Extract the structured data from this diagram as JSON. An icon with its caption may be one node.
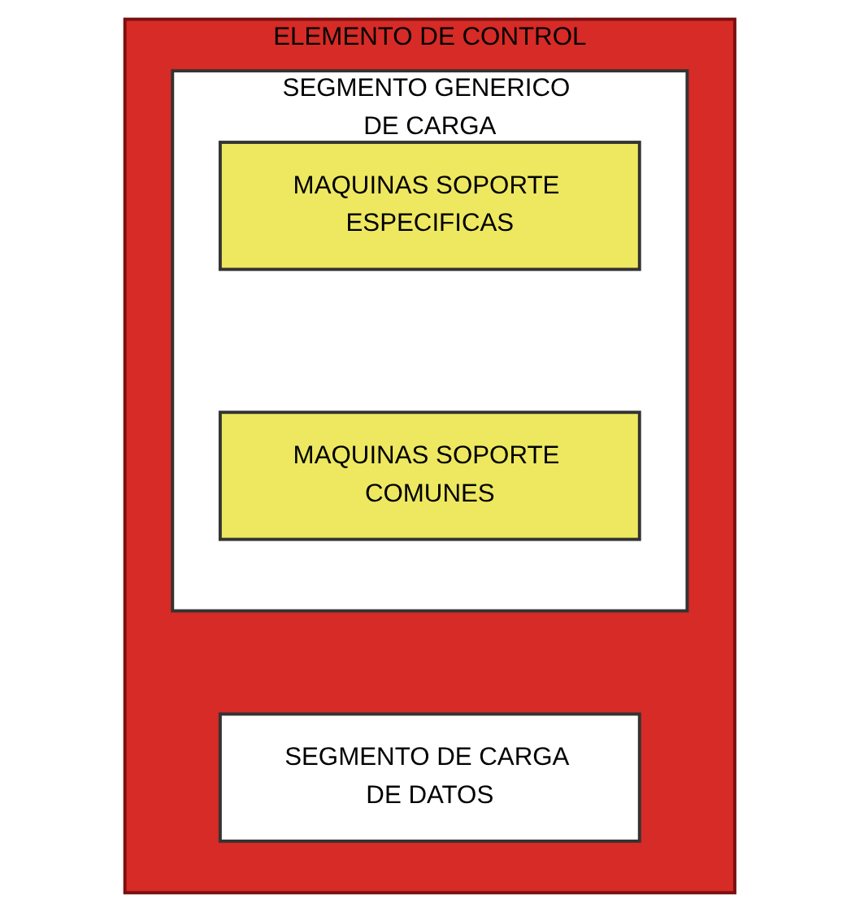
{
  "diagram": {
    "nodes": [
      {
        "text": [
          "ELEMENTO DE CONTROL"
        ]
      },
      {
        "text": [
          "SEGMENTO GENERICO DE CARGA"
        ],
        "in": 0
      },
      {
        "text": [
          "MAQUINAS SOPORTE ESPECIFICAS"
        ],
        "in": 1
      },
      {
        "text": [
          "MAQUINAS SOPORTE COMUNES"
        ],
        "in": 1
      },
      {
        "text": [
          "SEGMENTO DE CARGA DE DATOS"
        ],
        "in": 0
      }
    ]
  }
}
